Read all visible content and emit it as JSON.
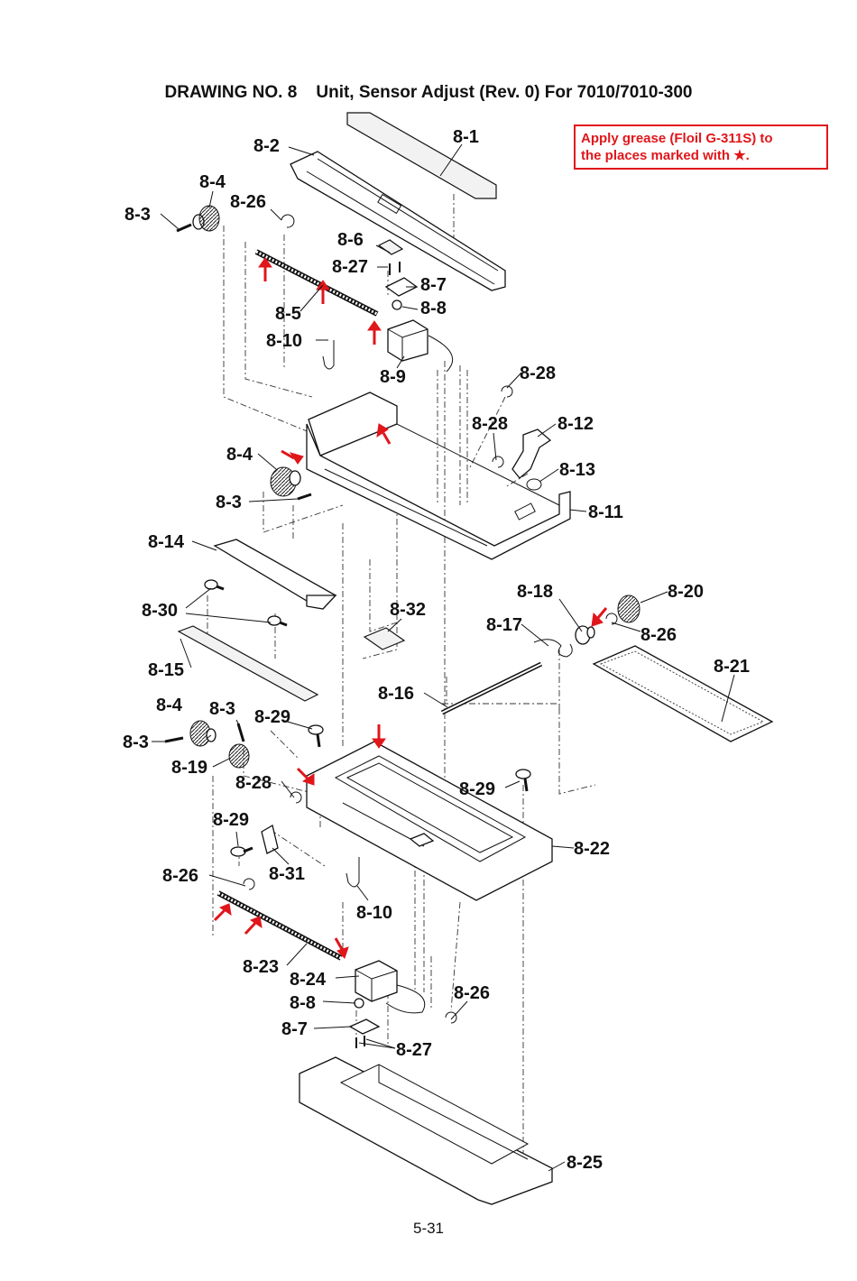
{
  "title": "DRAWING NO. 8    Unit, Sensor Adjust (Rev. 0) For 7010/7010-300",
  "note": {
    "line1": "Apply grease (Floil G-311S) to",
    "line2": "the places marked with ★.",
    "color": "#e0161b"
  },
  "page_number": "5-31",
  "labels": {
    "l8_1": "8-1",
    "l8_2": "8-2",
    "l8_3a": "8-3",
    "l8_3b": "8-3",
    "l8_3c": "8-3",
    "l8_3d": "8-3",
    "l8_4a": "8-4",
    "l8_4b": "8-4",
    "l8_4c": "8-4",
    "l8_5": "8-5",
    "l8_6": "8-6",
    "l8_7a": "8-7",
    "l8_7b": "8-7",
    "l8_8a": "8-8",
    "l8_8b": "8-8",
    "l8_9": "8-9",
    "l8_10a": "8-10",
    "l8_10b": "8-10",
    "l8_11": "8-11",
    "l8_12": "8-12",
    "l8_13": "8-13",
    "l8_14": "8-14",
    "l8_15": "8-15",
    "l8_16": "8-16",
    "l8_17": "8-17",
    "l8_18": "8-18",
    "l8_19": "8-19",
    "l8_20": "8-20",
    "l8_21": "8-21",
    "l8_22": "8-22",
    "l8_23": "8-23",
    "l8_24": "8-24",
    "l8_25": "8-25",
    "l8_26a": "8-26",
    "l8_26b": "8-26",
    "l8_26c": "8-26",
    "l8_26d": "8-26",
    "l8_27a": "8-27",
    "l8_27b": "8-27",
    "l8_28a": "8-28",
    "l8_28b": "8-28",
    "l8_28c": "8-28",
    "l8_29a": "8-29",
    "l8_29b": "8-29",
    "l8_29c": "8-29",
    "l8_30": "8-30",
    "l8_31": "8-31",
    "l8_32": "8-32"
  }
}
